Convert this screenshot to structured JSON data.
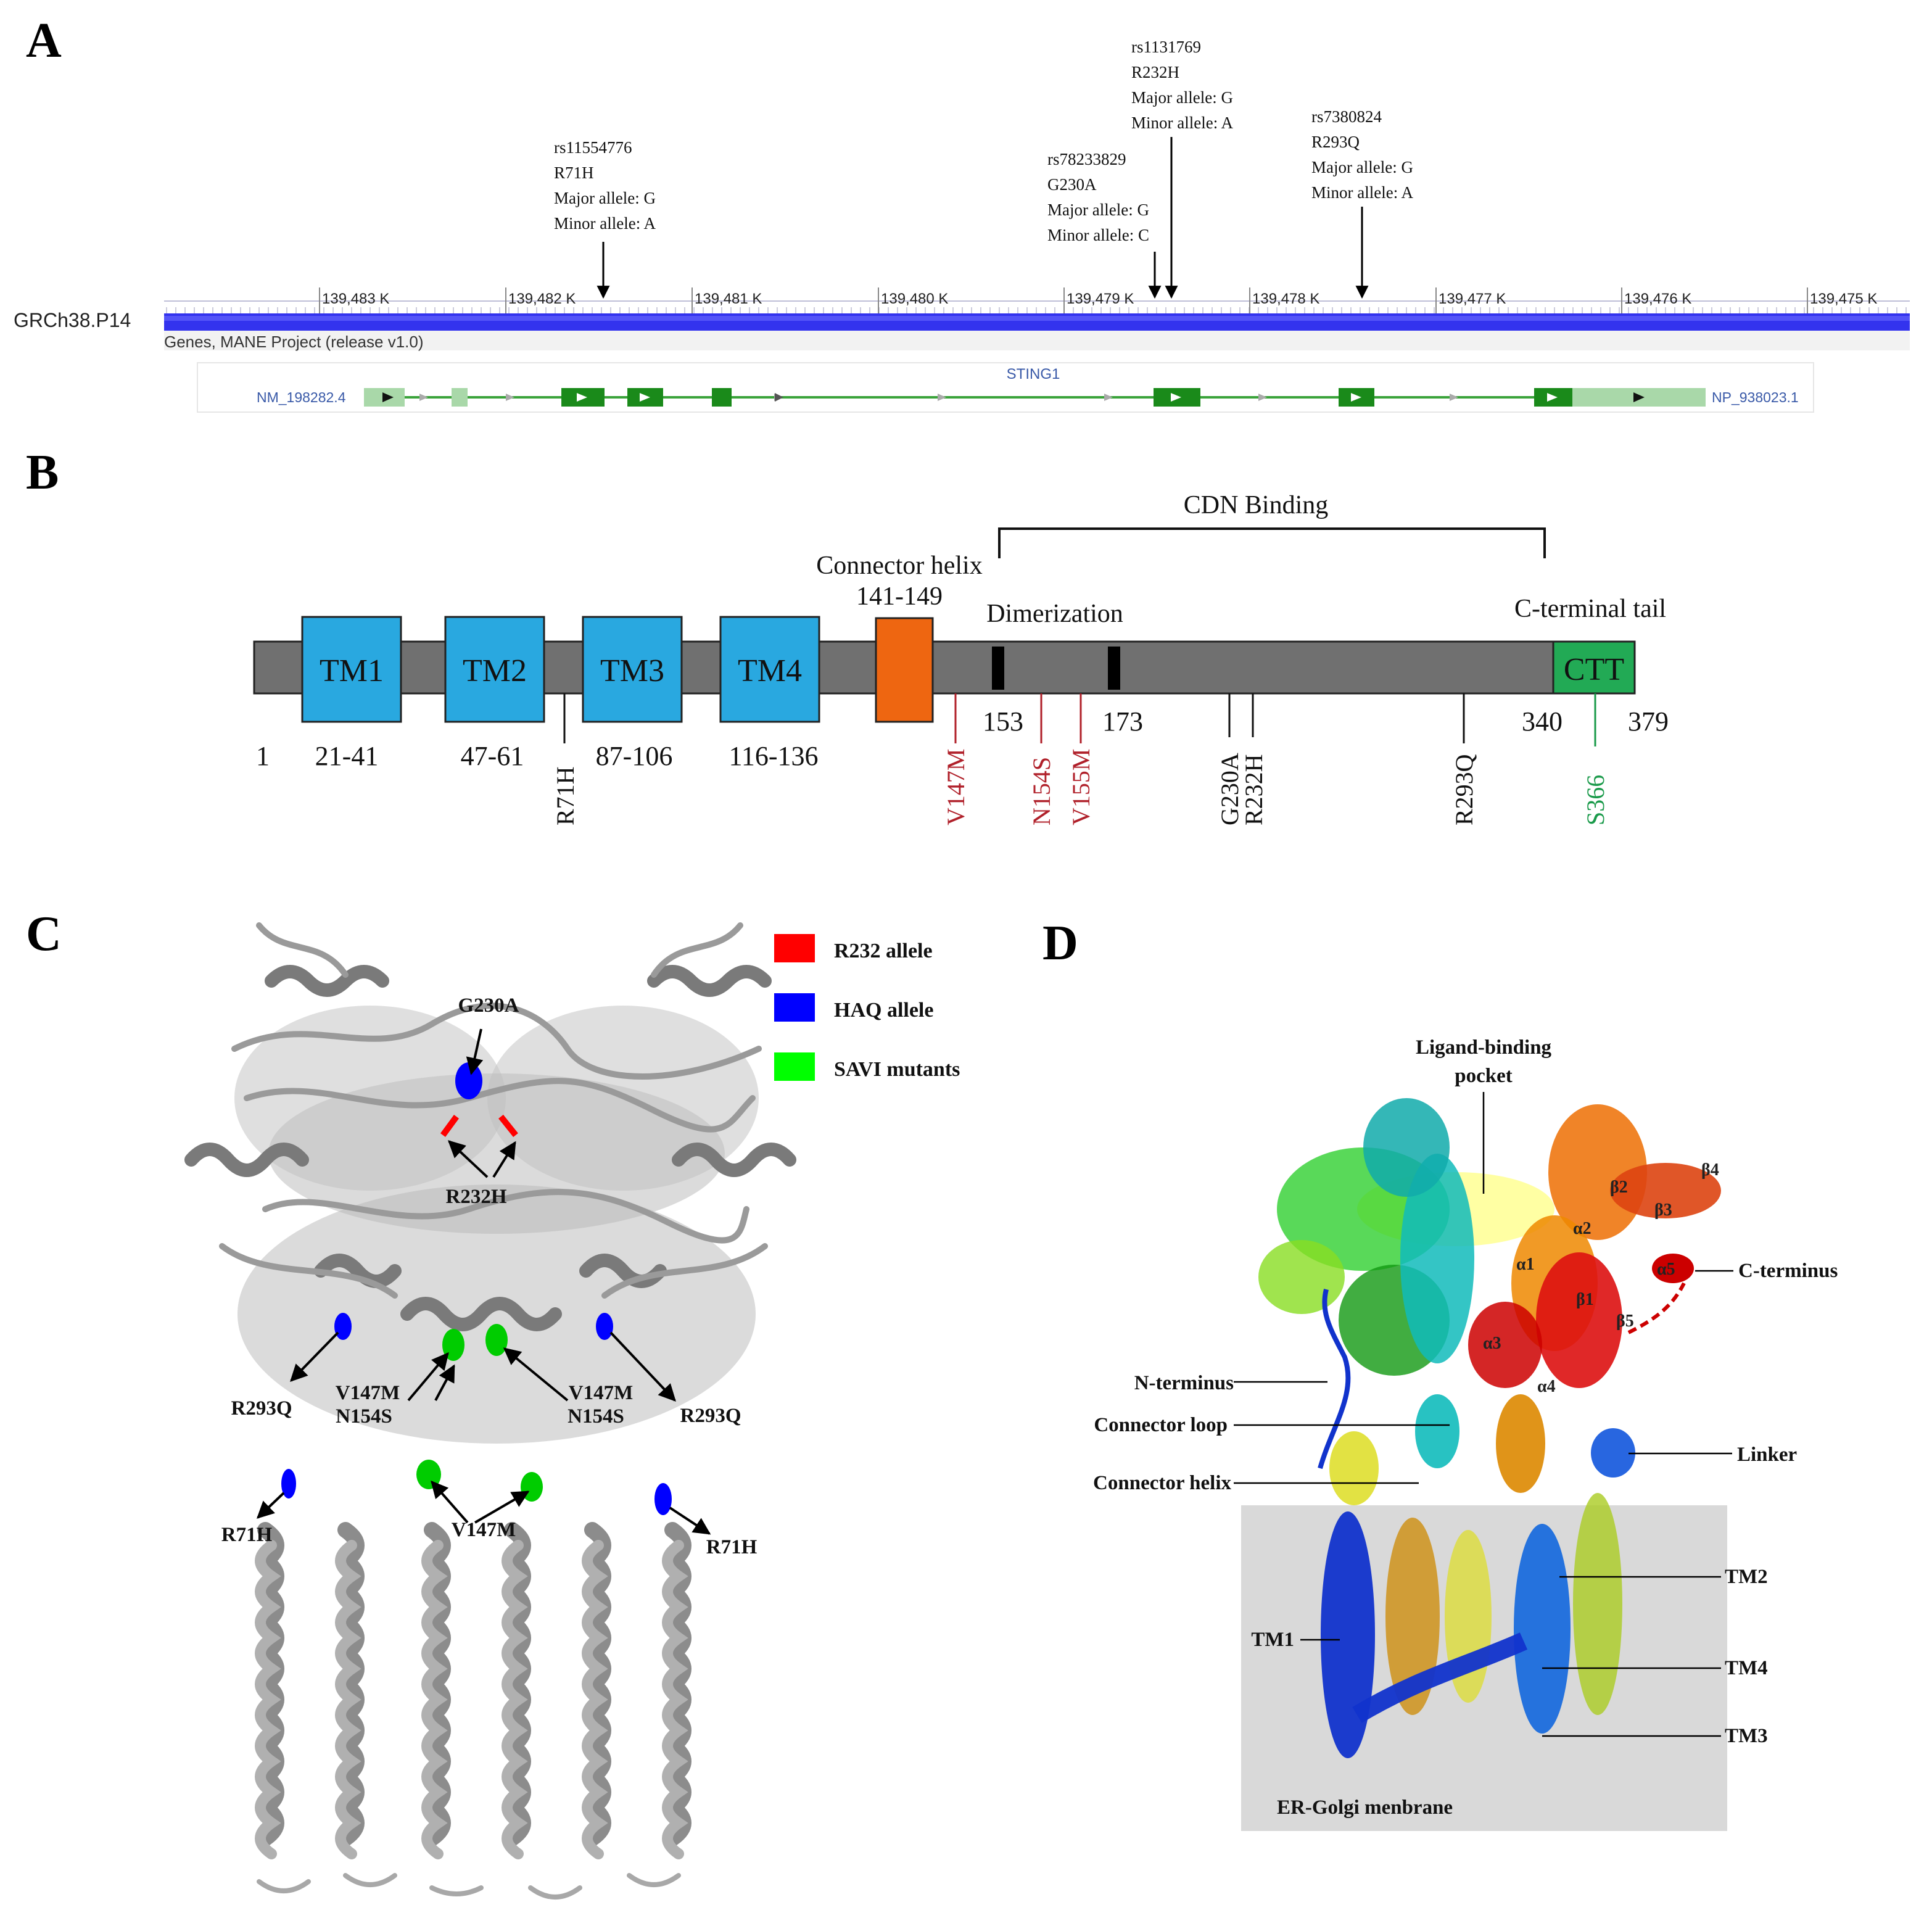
{
  "colors": {
    "genome_bar": "#3333ee",
    "gene_green": "#1a8a1a",
    "utr_light": "#a9d8a9",
    "tm_blue": "#29a8e0",
    "connector_orange": "#ee6611",
    "ctt_green": "#22aa55",
    "protein_gray": "#707070",
    "mutation_red": "#b0202a",
    "s366_green": "#1a9a4a",
    "r232_red": "#ff0000",
    "haq_blue": "#0000ff",
    "savi_green": "#00ff00",
    "membrane_gray": "#d9d9d9"
  },
  "panel_a": {
    "label": "A",
    "assembly": "GRCh38.P14",
    "track_label": "Genes, MANE Project (release v1.0)",
    "gene": "STING1",
    "transcript": "NM_198282.4",
    "protein": "NP_938023.1",
    "ticks": [
      "139,483 K",
      "139,482 K",
      "139,481 K",
      "139,480 K",
      "139,479 K",
      "139,478 K",
      "139,477 K",
      "139,476 K",
      "139,475 K"
    ],
    "snps": [
      {
        "lines": [
          "rs11554776",
          "R71H",
          "Major allele:  G",
          "Minor allele:  A"
        ]
      },
      {
        "lines": [
          "rs78233829",
          "G230A",
          "Major allele:  G",
          "Minor allele:  C"
        ]
      },
      {
        "lines": [
          "rs1131769",
          "R232H",
          "Major allele:  G",
          "Minor allele:  A"
        ]
      },
      {
        "lines": [
          "rs7380824",
          "R293Q",
          "Major allele:  G",
          "Minor allele:  A"
        ]
      }
    ]
  },
  "panel_b": {
    "label": "B",
    "cdn_binding": "CDN Binding",
    "connector_helix": "Connector helix",
    "connector_range": "141-149",
    "dimerization": "Dimerization",
    "c_terminal_tail": "C-terminal tail",
    "ctt": "CTT",
    "tm_domains": [
      {
        "name": "TM1",
        "range": "21-41"
      },
      {
        "name": "TM2",
        "range": "47-61"
      },
      {
        "name": "TM3",
        "range": "87-106"
      },
      {
        "name": "TM4",
        "range": "116-136"
      }
    ],
    "positions": {
      "start": "1",
      "p153": "153",
      "p173": "173",
      "p340": "340",
      "end": "379"
    },
    "mutations_black": [
      "R71H",
      "G230A",
      "R232H",
      "R293Q"
    ],
    "mutations_red": [
      "V147M",
      "N154S",
      "V155M"
    ],
    "mutation_green": "S366"
  },
  "panel_c": {
    "label": "C",
    "legend": [
      {
        "label": "R232 allele",
        "color": "#ff0000"
      },
      {
        "label": "HAQ allele",
        "color": "#0000ff"
      },
      {
        "label": "SAVI mutants",
        "color": "#00ff00"
      }
    ],
    "annotations": {
      "g230a": "G230A",
      "r232h": "R232H",
      "r293q_left": "R293Q",
      "r293q_right": "R293Q",
      "v147m_left": "V147M",
      "n154s_left": "N154S",
      "v147m_right": "V147M",
      "n154s_right": "N154S",
      "v147m_center": "V147M",
      "r71h_left": "R71H",
      "r71h_right": "R71H"
    }
  },
  "panel_d": {
    "label": "D",
    "ligand_pocket_line1": "Ligand-binding",
    "ligand_pocket_line2": "pocket",
    "c_terminus": "C-terminus",
    "n_terminus": "N-terminus",
    "connector_loop": "Connector loop",
    "connector_helix": "Connector helix",
    "linker": "Linker",
    "tm1": "TM1",
    "tm2": "TM2",
    "tm4": "TM4",
    "tm3": "TM3",
    "membrane": "ER-Golgi menbrane",
    "ss": {
      "b2": "β2",
      "b3": "β3",
      "b4": "β4",
      "a2": "α2",
      "a1": "α1",
      "a5": "α5",
      "b1": "β1",
      "b5": "β5",
      "a3": "α3",
      "a4": "α4"
    }
  }
}
